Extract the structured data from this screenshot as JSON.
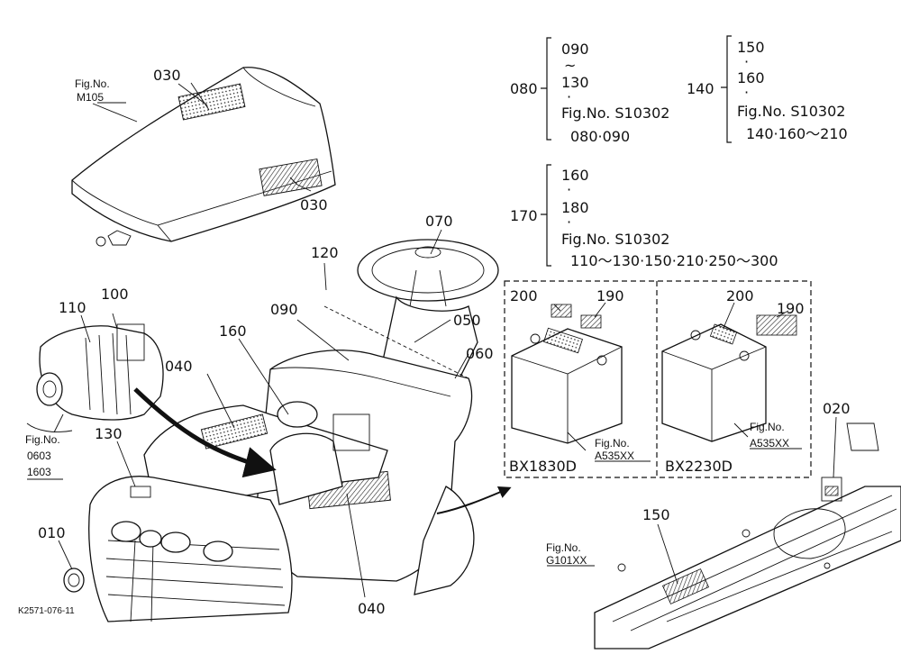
{
  "drawing_code": "K2571-076-11",
  "parts": {
    "p010": "010",
    "p020": "020",
    "p030a": "030",
    "p030b": "030",
    "p040a": "040",
    "p040b": "040",
    "p050": "050",
    "p060": "060",
    "p070": "070",
    "p080": "080",
    "p090": "090",
    "p100": "100",
    "p110": "110",
    "p120": "120",
    "p130": "130",
    "p140": "140",
    "p150": "150",
    "p160": "160",
    "p170": "170",
    "p190a": "190",
    "p190b": "190",
    "p200a": "200",
    "p200b": "200"
  },
  "figrefs": {
    "hood": {
      "label": "Fig.No.",
      "num": "M105"
    },
    "aircleaner": {
      "label": "Fig.No.",
      "num1": "0603",
      "num2": "1603"
    },
    "frame": {
      "label": "Fig.No.",
      "num": "G101XX"
    },
    "battery1": {
      "label": "Fig.No.",
      "num": "A535XX"
    },
    "battery2": {
      "label": "Fig.No.",
      "num": "A535XX"
    }
  },
  "legend_080": {
    "part": "080",
    "line1": "090",
    "sep1": "~",
    "line2": "130",
    "sep2": "·",
    "fig": "Fig.No.  S10302",
    "range": "080·090"
  },
  "legend_140": {
    "part": "140",
    "line1": "150",
    "sep1": "·",
    "line2": "160",
    "sep2": "·",
    "fig": "Fig.No.  S10302",
    "range": "140·160～210"
  },
  "legend_170": {
    "part": "170",
    "line1": "160",
    "sep1": "·",
    "line2": "180",
    "sep2": "·",
    "fig": "Fig.No.  S10302",
    "range": "110～130·150·210·250～300"
  },
  "battery_models": {
    "left": "BX1830D",
    "right": "BX2230D"
  }
}
